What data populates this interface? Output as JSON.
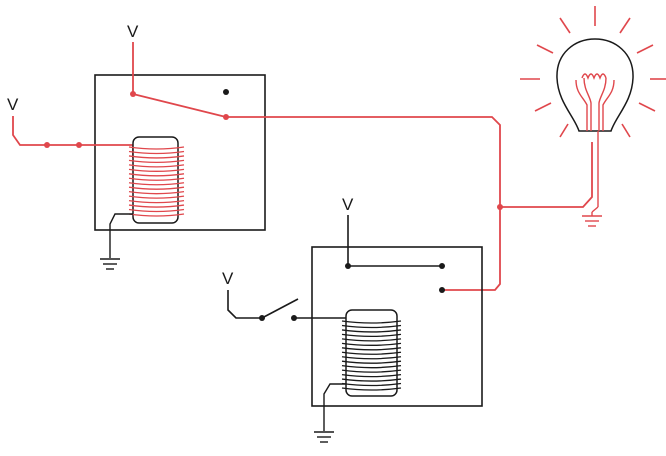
{
  "labels": {
    "v_relay1_contact": "V",
    "v_relay1_coil": "V",
    "v_relay2_contact": "V",
    "v_switch": "V"
  },
  "colors": {
    "energized": "#e0474c",
    "deenergized": "#1a1a1a",
    "background": "#ffffff"
  },
  "components": {
    "relay_top_left": {
      "contact_state": "closed",
      "coil_energized": true
    },
    "relay_bottom_right": {
      "contact_state": "open",
      "coil_energized": false
    },
    "manual_switch": {
      "state": "open"
    },
    "lamp": {
      "state": "lit"
    }
  }
}
